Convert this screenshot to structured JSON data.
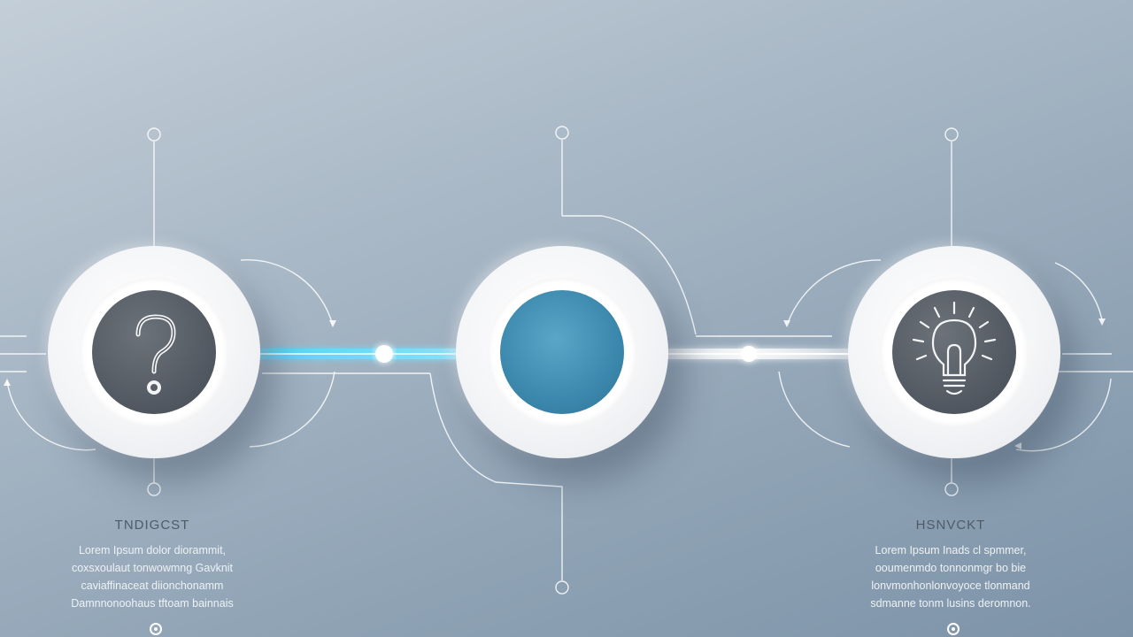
{
  "steps": [
    {
      "icon": "question-mark-icon",
      "title": "TNDIGCST",
      "lines": [
        "Lorem  Ipsum  dolor  diorammit,",
        "coxsxoulaut  tonwowmng  Gavknit",
        "caviaffinaceat  diionchonamm",
        "Damnnonoohaus  tftoam  bainnais"
      ]
    },
    {
      "icon": "blank-circle",
      "title": "",
      "lines": []
    },
    {
      "icon": "lightbulb-icon",
      "title": "HSNVCKT",
      "lines": [
        "Lorem  Ipsum  Inads  cl  spmmer,",
        "ooumenmdo  tonnonmgr  bo  bie",
        "lonvmonhonlonvoyoce  tlonmand",
        "sdmanne  tonm  lusins  deromnon."
      ]
    }
  ],
  "colors": {
    "accent_cyan": "#4fd6ff",
    "line_white": "#ffffff",
    "core_dark": "#505760",
    "core_blue": "#3c88ad"
  }
}
